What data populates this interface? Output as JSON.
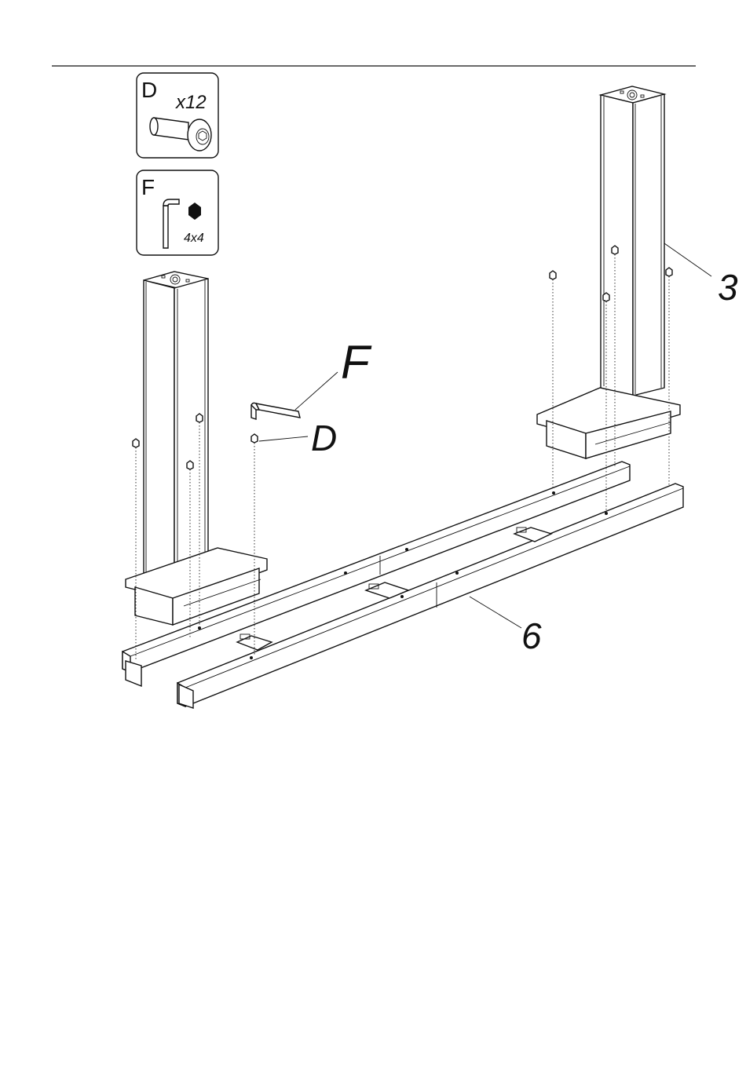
{
  "parts": {
    "D": {
      "letter": "D",
      "qty": "x12",
      "name": "bolt-icon"
    },
    "F": {
      "letter": "F",
      "size": "4x4",
      "name": "hex-key-icon"
    }
  },
  "callouts": {
    "leg": "3",
    "crossbar": "6",
    "hexkey": "F",
    "bolt": "D"
  },
  "colors": {
    "ink": "#111111",
    "panel_fill": "#ffffff"
  }
}
